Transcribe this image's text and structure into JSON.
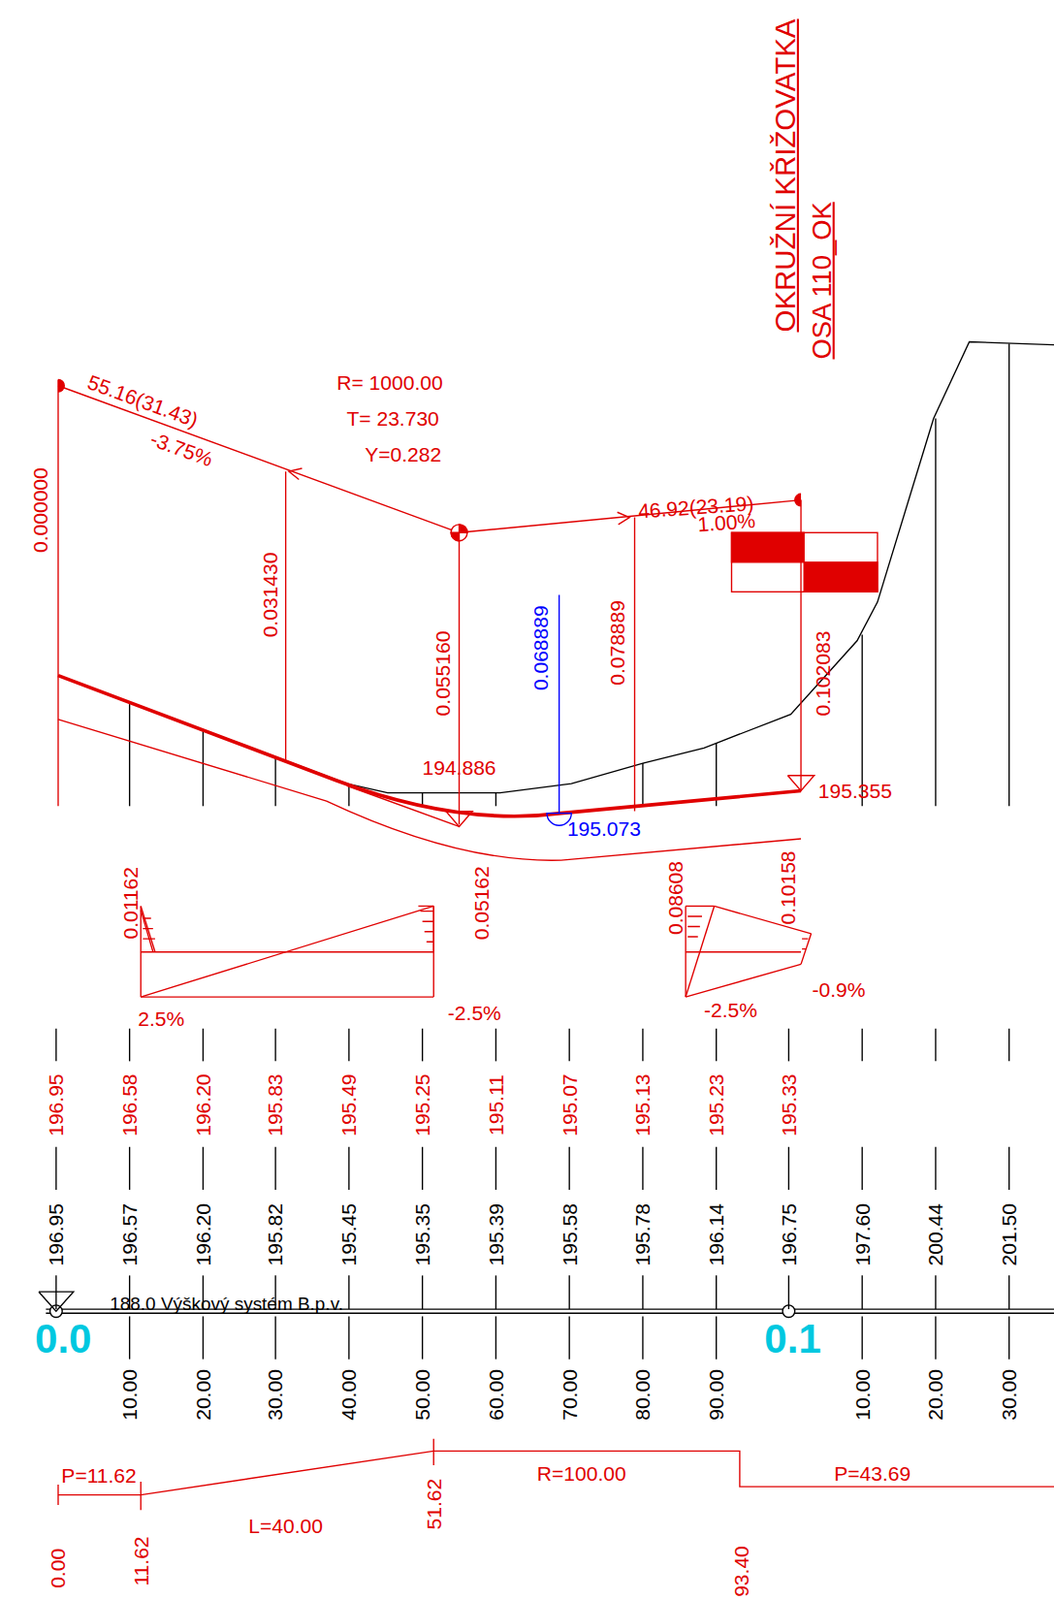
{
  "diagram": {
    "title": "OKRUŽNÍ KŘIŽOVATKA",
    "labels": [
      "OSA 110_OK",
      "55.16(31.43)",
      "-3.75%",
      "R= 1000.00",
      "T= 23.730",
      "Y=0.282",
      "0.000000",
      "0.031430",
      "0.055160",
      "0.068889",
      "0.078889",
      "0.102083",
      "46.92(23.19)",
      "1.00%",
      "194.886",
      "195.073",
      "195.355",
      "0.01162",
      "0.05162",
      "2.5%",
      "-2.5%",
      "0.08608",
      "0.10158",
      "-2.5%",
      "-0.9%",
      "196.95",
      "196.58",
      "196.20",
      "195.83",
      "195.49",
      "195.25",
      "195.11",
      "195.07",
      "195.13",
      "195.23",
      "195.33",
      "196.95",
      "196.57",
      "196.20",
      "195.82",
      "195.45",
      "195.35",
      "195.39",
      "195.58",
      "195.78",
      "196.14",
      "196.75",
      "197.60",
      "200.44",
      "201.50",
      "188.0 Výškový systém B.p.v.",
      "0.0",
      "0.1",
      "10.00",
      "20.00",
      "30.00",
      "40.00",
      "50.00",
      "60.00",
      "70.00",
      "80.00",
      "90.00",
      "10.00",
      "20.00",
      "30.00",
      "P=11.62",
      "L=40.00",
      "R=100.00",
      "P=43.69",
      "0.00",
      "11.62",
      "51.62",
      "93.40"
    ]
  }
}
